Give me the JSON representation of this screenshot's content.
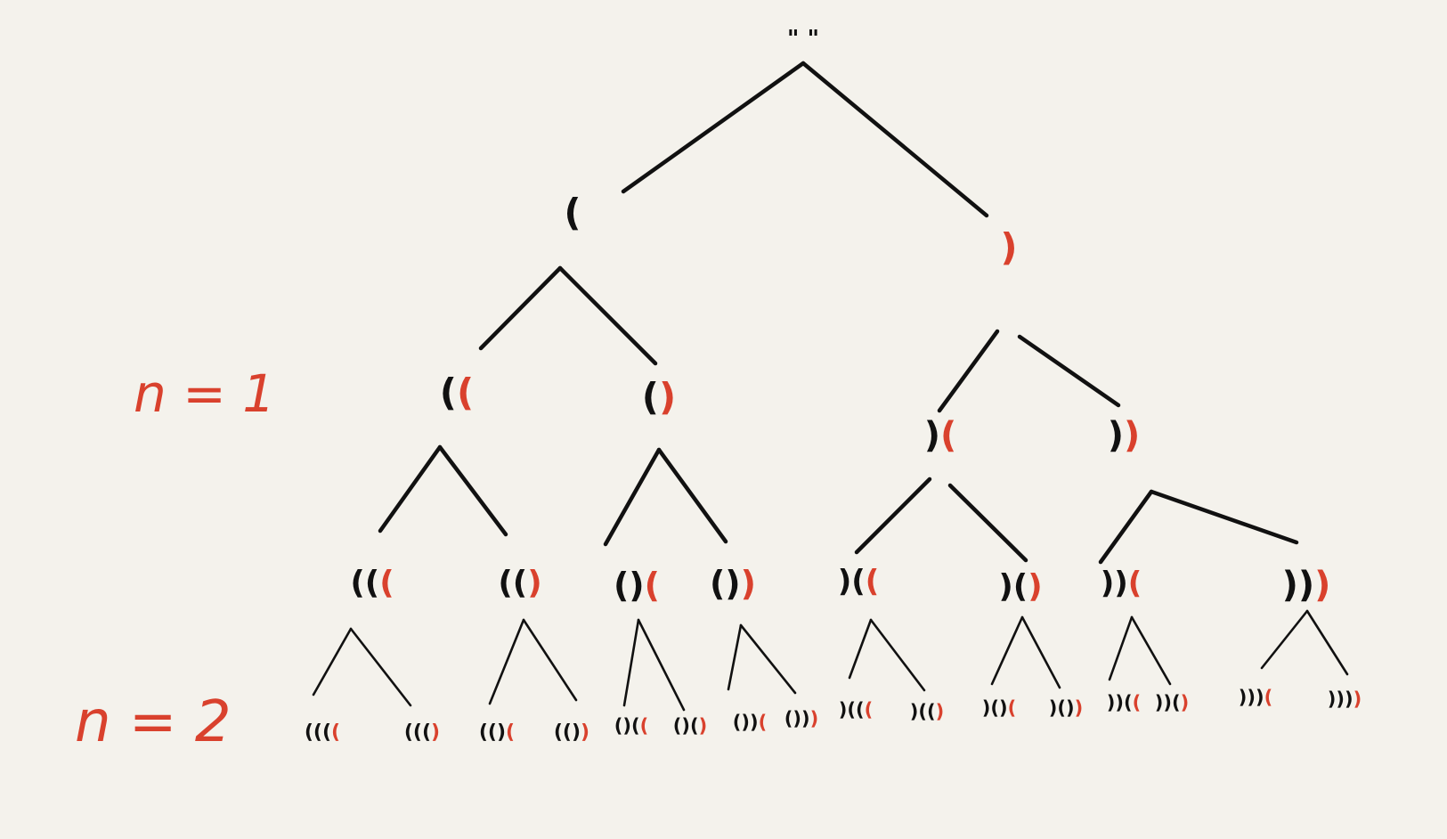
{
  "colors": {
    "background": "#f4f2ec",
    "ink": "#111111",
    "highlight": "#d9412d"
  },
  "annotations": [
    {
      "id": "n1",
      "text": "n = 1"
    },
    {
      "id": "n2",
      "text": "n = 2"
    }
  ],
  "tree": {
    "root": {
      "parts": [
        {
          "t": "\"    \"",
          "c": "ink"
        }
      ]
    },
    "l1_0": {
      "parts": [
        {
          "t": "(",
          "c": "ink"
        }
      ]
    },
    "l1_1": {
      "parts": [
        {
          "t": ")",
          "c": "highlight"
        }
      ]
    },
    "l2_0": {
      "parts": [
        {
          "t": "(",
          "c": "ink"
        },
        {
          "t": "(",
          "c": "highlight"
        }
      ]
    },
    "l2_1": {
      "parts": [
        {
          "t": "(",
          "c": "ink"
        },
        {
          "t": ")",
          "c": "highlight"
        }
      ]
    },
    "l2_2": {
      "parts": [
        {
          "t": ")",
          "c": "ink"
        },
        {
          "t": "(",
          "c": "highlight"
        }
      ]
    },
    "l2_3": {
      "parts": [
        {
          "t": ")",
          "c": "ink"
        },
        {
          "t": ")",
          "c": "highlight"
        }
      ]
    },
    "l3_0": {
      "parts": [
        {
          "t": "((",
          "c": "ink"
        },
        {
          "t": "(",
          "c": "highlight"
        }
      ]
    },
    "l3_1": {
      "parts": [
        {
          "t": "((",
          "c": "ink"
        },
        {
          "t": ")",
          "c": "highlight"
        }
      ]
    },
    "l3_2": {
      "parts": [
        {
          "t": "()",
          "c": "ink"
        },
        {
          "t": "(",
          "c": "highlight"
        }
      ]
    },
    "l3_3": {
      "parts": [
        {
          "t": "()",
          "c": "ink"
        },
        {
          "t": ")",
          "c": "highlight"
        }
      ]
    },
    "l3_4": {
      "parts": [
        {
          "t": ")(",
          "c": "ink"
        },
        {
          "t": "(",
          "c": "highlight"
        }
      ]
    },
    "l3_5": {
      "parts": [
        {
          "t": ")(",
          "c": "ink"
        },
        {
          "t": ")",
          "c": "highlight"
        }
      ]
    },
    "l3_6": {
      "parts": [
        {
          "t": "))",
          "c": "ink"
        },
        {
          "t": "(",
          "c": "highlight"
        }
      ]
    },
    "l3_7": {
      "parts": [
        {
          "t": "))",
          "c": "ink"
        },
        {
          "t": ")",
          "c": "highlight"
        }
      ]
    },
    "l4_0": {
      "parts": [
        {
          "t": "(((",
          "c": "ink"
        },
        {
          "t": "(",
          "c": "highlight"
        }
      ]
    },
    "l4_1": {
      "parts": [
        {
          "t": "(((",
          "c": "ink"
        },
        {
          "t": ")",
          "c": "highlight"
        }
      ]
    },
    "l4_2": {
      "parts": [
        {
          "t": "(()",
          "c": "ink"
        },
        {
          "t": "(",
          "c": "highlight"
        }
      ]
    },
    "l4_3": {
      "parts": [
        {
          "t": "(()",
          "c": "ink"
        },
        {
          "t": ")",
          "c": "highlight"
        }
      ]
    },
    "l4_4": {
      "parts": [
        {
          "t": "()(",
          "c": "ink"
        },
        {
          "t": "(",
          "c": "highlight"
        }
      ]
    },
    "l4_5": {
      "parts": [
        {
          "t": "()(",
          "c": "ink"
        },
        {
          "t": ")",
          "c": "highlight"
        }
      ]
    },
    "l4_6": {
      "parts": [
        {
          "t": "())",
          "c": "ink"
        },
        {
          "t": "(",
          "c": "highlight"
        }
      ]
    },
    "l4_7": {
      "parts": [
        {
          "t": "())",
          "c": "ink"
        },
        {
          "t": ")",
          "c": "highlight"
        }
      ]
    },
    "l4_8": {
      "parts": [
        {
          "t": ")((",
          "c": "ink"
        },
        {
          "t": "(",
          "c": "highlight"
        }
      ]
    },
    "l4_9": {
      "parts": [
        {
          "t": ")((",
          "c": "ink"
        },
        {
          "t": ")",
          "c": "highlight"
        }
      ]
    },
    "l4_10": {
      "parts": [
        {
          "t": ")()",
          "c": "ink"
        },
        {
          "t": "(",
          "c": "highlight"
        }
      ]
    },
    "l4_11": {
      "parts": [
        {
          "t": ")()",
          "c": "ink"
        },
        {
          "t": ")",
          "c": "highlight"
        }
      ]
    },
    "l4_12": {
      "parts": [
        {
          "t": "))(",
          "c": "ink"
        },
        {
          "t": "(",
          "c": "highlight"
        }
      ]
    },
    "l4_13": {
      "parts": [
        {
          "t": "))(",
          "c": "ink"
        },
        {
          "t": ")",
          "c": "highlight"
        }
      ]
    },
    "l4_14": {
      "parts": [
        {
          "t": ")))",
          "c": "ink"
        },
        {
          "t": "(",
          "c": "highlight"
        }
      ]
    },
    "l4_15": {
      "parts": [
        {
          "t": ")))",
          "c": "ink"
        },
        {
          "t": ")",
          "c": "highlight"
        }
      ]
    }
  }
}
